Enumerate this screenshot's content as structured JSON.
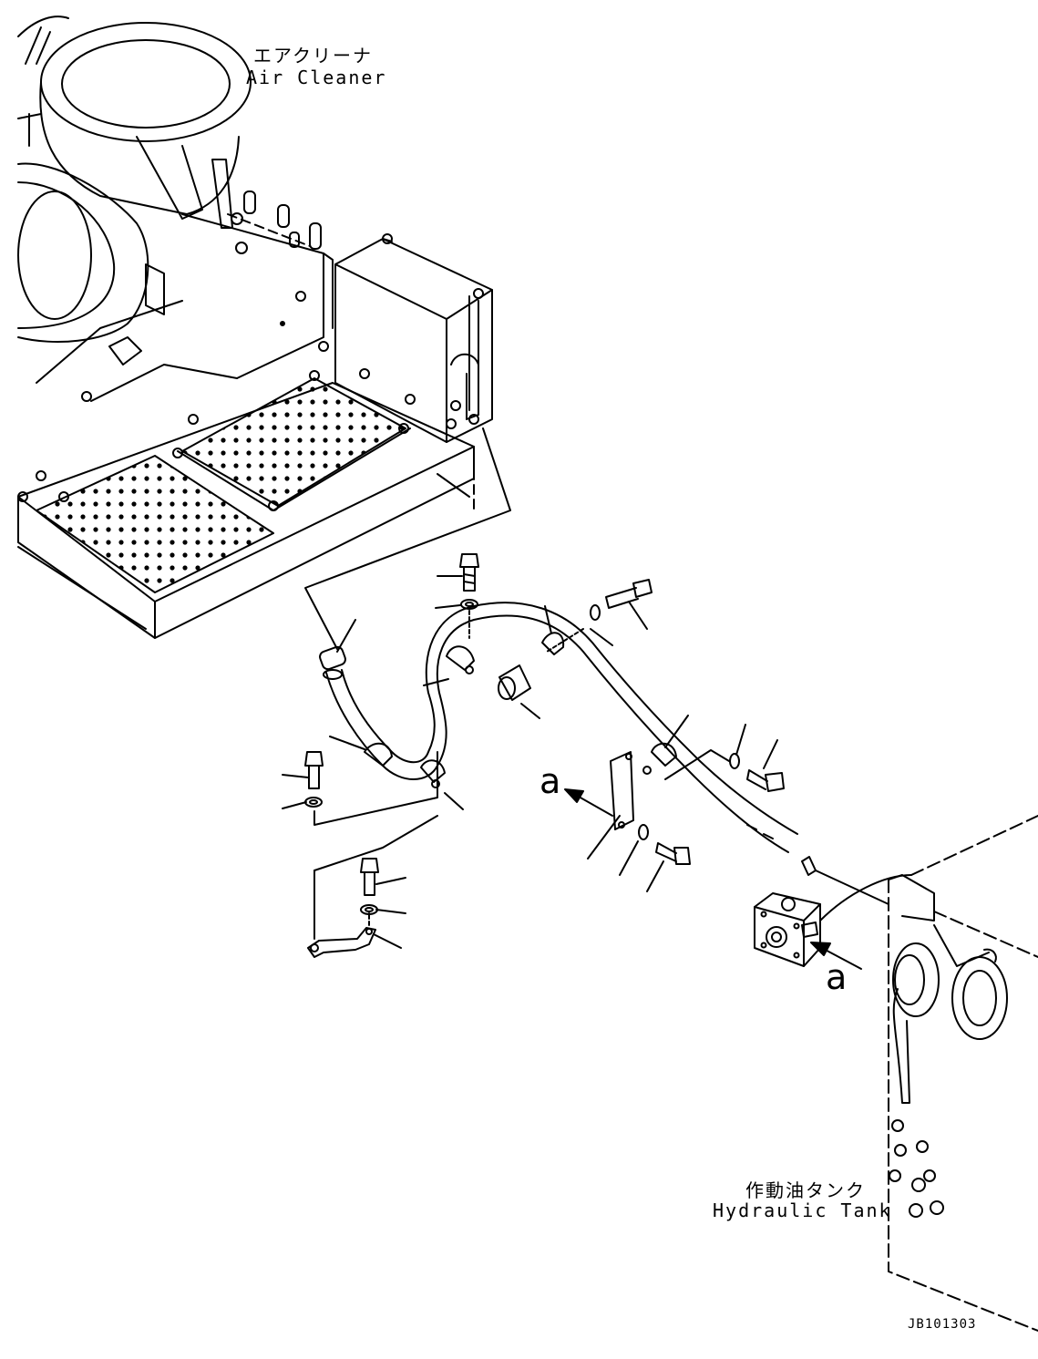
{
  "labels": {
    "air_cleaner_jp": "エアクリーナ",
    "air_cleaner_en": "Air Cleaner",
    "hydraulic_tank_jp": "作動油タンク",
    "hydraulic_tank_en": "Hydraulic Tank",
    "view_a_1": "a",
    "view_a_2": "a",
    "drawing_code": "JB101303"
  },
  "colors": {
    "line": "#000000",
    "background": "#ffffff"
  },
  "style": "line-art exploded parts diagram"
}
